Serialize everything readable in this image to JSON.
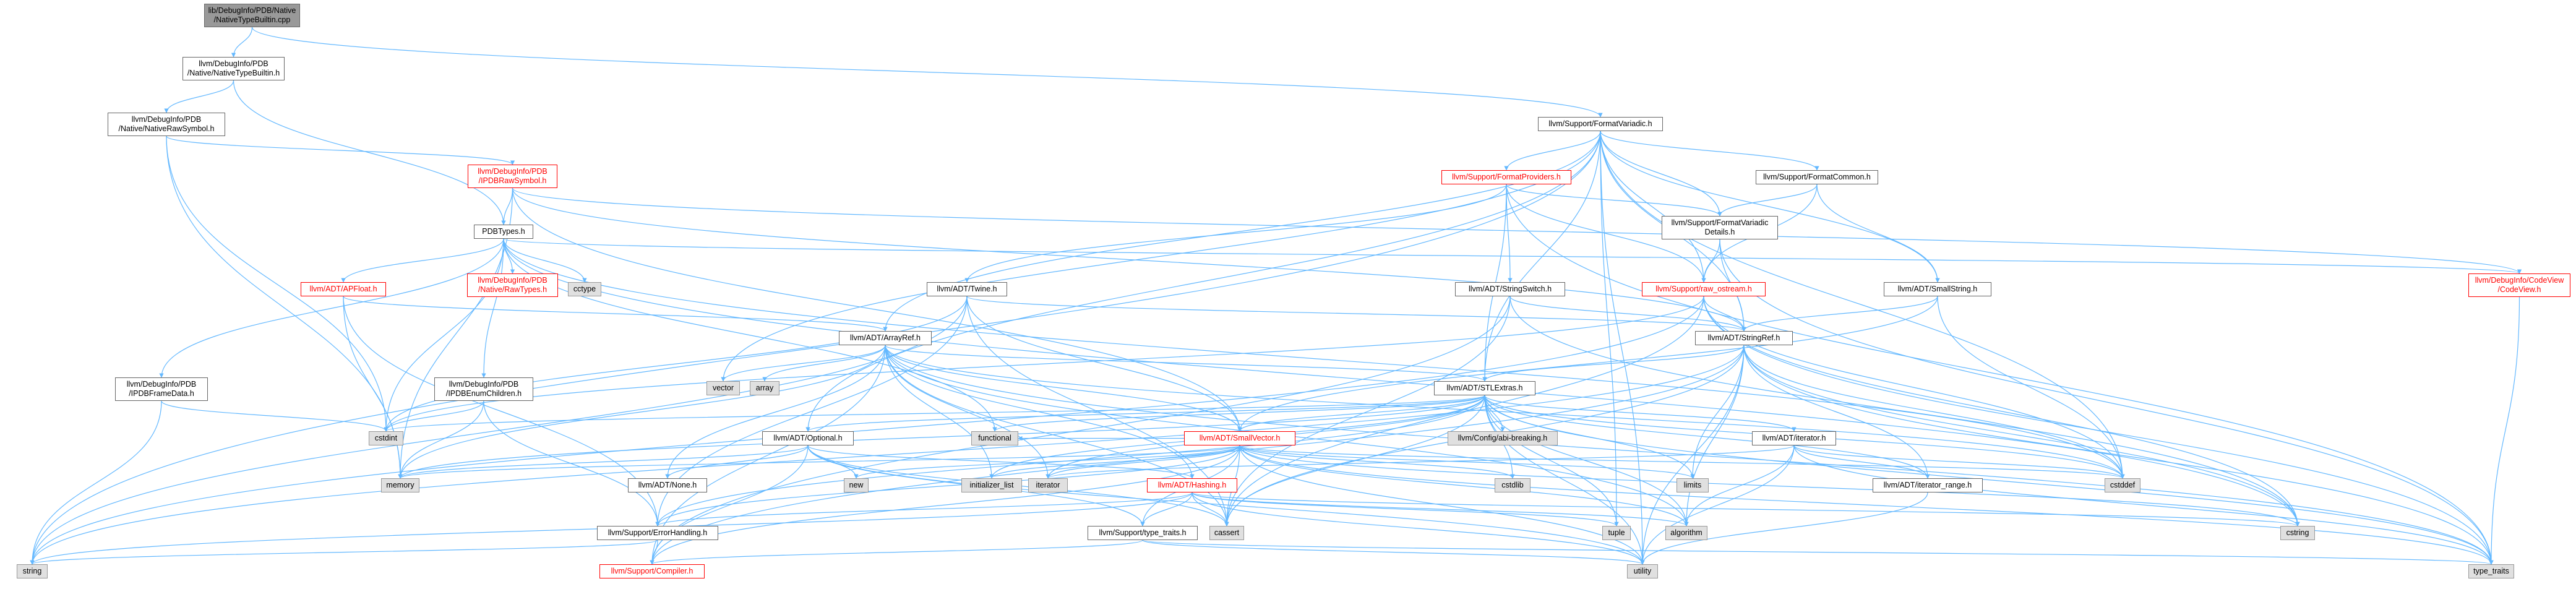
{
  "colors": {
    "edge": "#63b8ff",
    "node_border": "#666666",
    "system_fill": "#e0e0e0",
    "incomplete": "#ff0000",
    "root_fill": "#999999"
  },
  "nodes": [
    {
      "id": "root",
      "label": "lib/DebugInfo/PDB/Native\n/NativeTypeBuiltin.cpp",
      "kind": "start"
    },
    {
      "id": "nativetypebuiltin",
      "label": "llvm/DebugInfo/PDB\n/Native/NativeTypeBuiltin.h",
      "kind": "normal"
    },
    {
      "id": "nativerawsymbol",
      "label": "llvm/DebugInfo/PDB\n/Native/NativeRawSymbol.h",
      "kind": "normal"
    },
    {
      "id": "formatvariadic",
      "label": "llvm/Support/FormatVariadic.h",
      "kind": "normal"
    },
    {
      "id": "ipdbrawsymbol",
      "label": "llvm/DebugInfo/PDB\n/IPDBRawSymbol.h",
      "kind": "red"
    },
    {
      "id": "formatproviders",
      "label": "llvm/Support/FormatProviders.h",
      "kind": "red"
    },
    {
      "id": "formatcommon",
      "label": "llvm/Support/FormatCommon.h",
      "kind": "normal"
    },
    {
      "id": "formatvariadicdetails",
      "label": "llvm/Support/FormatVariadic\nDetails.h",
      "kind": "normal"
    },
    {
      "id": "pdbtypes",
      "label": "PDBTypes.h",
      "kind": "normal"
    },
    {
      "id": "codeview",
      "label": "llvm/DebugInfo/CodeView\n/CodeView.h",
      "kind": "red"
    },
    {
      "id": "apfloat",
      "label": "llvm/ADT/APFloat.h",
      "kind": "red"
    },
    {
      "id": "nativerawtypes",
      "label": "llvm/DebugInfo/PDB\n/Native/RawTypes.h",
      "kind": "red"
    },
    {
      "id": "cctype",
      "label": "cctype",
      "kind": "sys"
    },
    {
      "id": "twine",
      "label": "llvm/ADT/Twine.h",
      "kind": "normal"
    },
    {
      "id": "stringswitch",
      "label": "llvm/ADT/StringSwitch.h",
      "kind": "normal"
    },
    {
      "id": "rawostream",
      "label": "llvm/Support/raw_ostream.h",
      "kind": "red"
    },
    {
      "id": "smallstring",
      "label": "llvm/ADT/SmallString.h",
      "kind": "normal"
    },
    {
      "id": "arrayref",
      "label": "llvm/ADT/ArrayRef.h",
      "kind": "normal"
    },
    {
      "id": "stringref",
      "label": "llvm/ADT/StringRef.h",
      "kind": "normal"
    },
    {
      "id": "framedata",
      "label": "llvm/DebugInfo/PDB\n/IPDBFrameData.h",
      "kind": "normal"
    },
    {
      "id": "enumchildren",
      "label": "llvm/DebugInfo/PDB\n/IPDBEnumChildren.h",
      "kind": "normal"
    },
    {
      "id": "vector",
      "label": "vector",
      "kind": "sys"
    },
    {
      "id": "array",
      "label": "array",
      "kind": "sys"
    },
    {
      "id": "stlextras",
      "label": "llvm/ADT/STLExtras.h",
      "kind": "normal"
    },
    {
      "id": "cstdint",
      "label": "cstdint",
      "kind": "sys"
    },
    {
      "id": "functional",
      "label": "functional",
      "kind": "sys"
    },
    {
      "id": "optional",
      "label": "llvm/ADT/Optional.h",
      "kind": "normal"
    },
    {
      "id": "smallvector",
      "label": "llvm/ADT/SmallVector.h",
      "kind": "red"
    },
    {
      "id": "databreaking",
      "label": "llvm/Config/abi-breaking.h",
      "kind": "sys"
    },
    {
      "id": "adtiterator",
      "label": "llvm/ADT/iterator.h",
      "kind": "normal"
    },
    {
      "id": "memory",
      "label": "memory",
      "kind": "sys"
    },
    {
      "id": "new",
      "label": "new",
      "kind": "sys"
    },
    {
      "id": "initializer_list",
      "label": "initializer_list",
      "kind": "sys"
    },
    {
      "id": "iterator",
      "label": "iterator",
      "kind": "sys"
    },
    {
      "id": "cstdlib",
      "label": "cstdlib",
      "kind": "sys"
    },
    {
      "id": "limits",
      "label": "limits",
      "kind": "sys"
    },
    {
      "id": "cstddef",
      "label": "cstddef",
      "kind": "sys"
    },
    {
      "id": "none",
      "label": "llvm/ADT/None.h",
      "kind": "normal"
    },
    {
      "id": "hashing",
      "label": "llvm/ADT/Hashing.h",
      "kind": "red"
    },
    {
      "id": "iteratorrange",
      "label": "llvm/ADT/iterator_range.h",
      "kind": "normal"
    },
    {
      "id": "errorhandling",
      "label": "llvm/Support/ErrorHandling.h",
      "kind": "normal"
    },
    {
      "id": "typetraits_llvm",
      "label": "llvm/Support/type_traits.h",
      "kind": "normal"
    },
    {
      "id": "cassert",
      "label": "cassert",
      "kind": "sys"
    },
    {
      "id": "tuple",
      "label": "tuple",
      "kind": "sys"
    },
    {
      "id": "algorithm",
      "label": "algorithm",
      "kind": "sys"
    },
    {
      "id": "cstring",
      "label": "cstring",
      "kind": "sys"
    },
    {
      "id": "string",
      "label": "string",
      "kind": "sys"
    },
    {
      "id": "compiler",
      "label": "llvm/Support/Compiler.h",
      "kind": "red"
    },
    {
      "id": "utility",
      "label": "utility",
      "kind": "sys"
    },
    {
      "id": "type_traits",
      "label": "type_traits",
      "kind": "sys"
    }
  ],
  "edges": [
    [
      "root",
      "nativetypebuiltin"
    ],
    [
      "root",
      "formatvariadic"
    ],
    [
      "nativetypebuiltin",
      "nativerawsymbol"
    ],
    [
      "nativetypebuiltin",
      "pdbtypes"
    ],
    [
      "nativerawsymbol",
      "ipdbrawsymbol"
    ],
    [
      "nativerawsymbol",
      "cstdint"
    ],
    [
      "nativerawsymbol",
      "memory"
    ],
    [
      "ipdbrawsymbol",
      "pdbtypes"
    ],
    [
      "ipdbrawsymbol",
      "smallvector"
    ],
    [
      "ipdbrawsymbol",
      "stringref"
    ],
    [
      "ipdbrawsymbol",
      "codeview"
    ],
    [
      "ipdbrawsymbol",
      "memory"
    ],
    [
      "pdbtypes",
      "apfloat"
    ],
    [
      "pdbtypes",
      "nativerawtypes"
    ],
    [
      "pdbtypes",
      "cctype"
    ],
    [
      "pdbtypes",
      "framedata"
    ],
    [
      "pdbtypes",
      "enumchildren"
    ],
    [
      "pdbtypes",
      "codeview"
    ],
    [
      "pdbtypes",
      "cstddef"
    ],
    [
      "pdbtypes",
      "cstdint"
    ],
    [
      "pdbtypes",
      "cstring"
    ],
    [
      "pdbtypes",
      "functional"
    ],
    [
      "apfloat",
      "arrayref"
    ],
    [
      "apfloat",
      "errorhandling"
    ],
    [
      "apfloat",
      "memory"
    ],
    [
      "framedata",
      "cstdint"
    ],
    [
      "framedata",
      "string"
    ],
    [
      "enumchildren",
      "cstdint"
    ],
    [
      "enumchildren",
      "memory"
    ],
    [
      "enumchildren",
      "errorhandling"
    ],
    [
      "formatvariadic",
      "formatproviders"
    ],
    [
      "formatvariadic",
      "formatcommon"
    ],
    [
      "formatvariadic",
      "formatvariadicdetails"
    ],
    [
      "formatvariadic",
      "arrayref"
    ],
    [
      "formatvariadic",
      "optional"
    ],
    [
      "formatvariadic",
      "stlextras"
    ],
    [
      "formatvariadic",
      "smallstring"
    ],
    [
      "formatvariadic",
      "stringref"
    ],
    [
      "formatvariadic",
      "rawostream"
    ],
    [
      "formatvariadic",
      "vector"
    ],
    [
      "formatvariadic",
      "cstddef"
    ],
    [
      "formatvariadic",
      "string"
    ],
    [
      "formatvariadic",
      "tuple"
    ],
    [
      "formatvariadic",
      "utility"
    ],
    [
      "formatproviders",
      "formatvariadicdetails"
    ],
    [
      "formatproviders",
      "stlextras"
    ],
    [
      "formatproviders",
      "stringswitch"
    ],
    [
      "formatproviders",
      "twine"
    ],
    [
      "formatproviders",
      "rawostream"
    ],
    [
      "formatproviders",
      "type_traits"
    ],
    [
      "formatcommon",
      "formatvariadicdetails"
    ],
    [
      "formatcommon",
      "smallstring"
    ],
    [
      "formatcommon",
      "rawostream"
    ],
    [
      "formatvariadicdetails",
      "stringref"
    ],
    [
      "formatvariadicdetails",
      "rawostream"
    ],
    [
      "formatvariadicdetails",
      "type_traits"
    ],
    [
      "twine",
      "smallvector"
    ],
    [
      "twine",
      "stringref"
    ],
    [
      "twine",
      "errorhandling"
    ],
    [
      "twine",
      "cassert"
    ],
    [
      "twine",
      "cstdint"
    ],
    [
      "twine",
      "string"
    ],
    [
      "stringswitch",
      "stringref"
    ],
    [
      "stringswitch",
      "compiler"
    ],
    [
      "stringswitch",
      "cassert"
    ],
    [
      "stringswitch",
      "cstring"
    ],
    [
      "rawostream",
      "stringref"
    ],
    [
      "rawostream",
      "cassert"
    ],
    [
      "rawostream",
      "cstddef"
    ],
    [
      "rawostream",
      "cstdint"
    ],
    [
      "rawostream",
      "cstring"
    ],
    [
      "rawostream",
      "string"
    ],
    [
      "rawostream",
      "type_traits"
    ],
    [
      "smallstring",
      "smallvector"
    ],
    [
      "smallstring",
      "stringref"
    ],
    [
      "smallstring",
      "cstddef"
    ],
    [
      "arrayref",
      "hashing"
    ],
    [
      "arrayref",
      "none"
    ],
    [
      "arrayref",
      "smallvector"
    ],
    [
      "arrayref",
      "stlextras"
    ],
    [
      "arrayref",
      "compiler"
    ],
    [
      "arrayref",
      "algorithm"
    ],
    [
      "arrayref",
      "array"
    ],
    [
      "arrayref",
      "cassert"
    ],
    [
      "arrayref",
      "cstddef"
    ],
    [
      "arrayref",
      "initializer_list"
    ],
    [
      "arrayref",
      "iterator"
    ],
    [
      "arrayref",
      "memory"
    ],
    [
      "arrayref",
      "type_traits"
    ],
    [
      "arrayref",
      "vector"
    ],
    [
      "stringref",
      "stlextras"
    ],
    [
      "stringref",
      "iteratorrange"
    ],
    [
      "stringref",
      "compiler"
    ],
    [
      "stringref",
      "algorithm"
    ],
    [
      "stringref",
      "cassert"
    ],
    [
      "stringref",
      "cstddef"
    ],
    [
      "stringref",
      "cstring"
    ],
    [
      "stringref",
      "limits"
    ],
    [
      "stringref",
      "string"
    ],
    [
      "stringref",
      "type_traits"
    ],
    [
      "stringref",
      "utility"
    ],
    [
      "stlextras",
      "optional"
    ],
    [
      "stlextras",
      "databreaking"
    ],
    [
      "stlextras",
      "adtiterator"
    ],
    [
      "stlextras",
      "iteratorrange"
    ],
    [
      "stlextras",
      "smallvector"
    ],
    [
      "stlextras",
      "errorhandling"
    ],
    [
      "stlextras",
      "algorithm"
    ],
    [
      "stlextras",
      "cassert"
    ],
    [
      "stlextras",
      "cstddef"
    ],
    [
      "stlextras",
      "cstdint"
    ],
    [
      "stlextras",
      "cstdlib"
    ],
    [
      "stlextras",
      "functional"
    ],
    [
      "stlextras",
      "initializer_list"
    ],
    [
      "stlextras",
      "iterator"
    ],
    [
      "stlextras",
      "limits"
    ],
    [
      "stlextras",
      "memory"
    ],
    [
      "stlextras",
      "tuple"
    ],
    [
      "stlextras",
      "type_traits"
    ],
    [
      "stlextras",
      "utility"
    ],
    [
      "optional",
      "hashing"
    ],
    [
      "optional",
      "none"
    ],
    [
      "optional",
      "compiler"
    ],
    [
      "optional",
      "typetraits_llvm"
    ],
    [
      "optional",
      "cassert"
    ],
    [
      "optional",
      "memory"
    ],
    [
      "optional",
      "new"
    ],
    [
      "optional",
      "utility"
    ],
    [
      "smallvector",
      "compiler"
    ],
    [
      "smallvector",
      "typetraits_llvm"
    ],
    [
      "smallvector",
      "algorithm"
    ],
    [
      "smallvector",
      "cassert"
    ],
    [
      "smallvector",
      "cstddef"
    ],
    [
      "smallvector",
      "cstdlib"
    ],
    [
      "smallvector",
      "cstring"
    ],
    [
      "smallvector",
      "functional"
    ],
    [
      "smallvector",
      "initializer_list"
    ],
    [
      "smallvector",
      "iterator"
    ],
    [
      "smallvector",
      "limits"
    ],
    [
      "smallvector",
      "memory"
    ],
    [
      "smallvector",
      "new"
    ],
    [
      "smallvector",
      "type_traits"
    ],
    [
      "smallvector",
      "utility"
    ],
    [
      "smallvector",
      "errorhandling"
    ],
    [
      "adtiterator",
      "iteratorrange"
    ],
    [
      "adtiterator",
      "algorithm"
    ],
    [
      "adtiterator",
      "cstddef"
    ],
    [
      "adtiterator",
      "iterator"
    ],
    [
      "adtiterator",
      "type_traits"
    ],
    [
      "adtiterator",
      "utility"
    ],
    [
      "iteratorrange",
      "utility"
    ],
    [
      "hashing",
      "errorhandling"
    ],
    [
      "hashing",
      "typetraits_llvm"
    ],
    [
      "hashing",
      "algorithm"
    ],
    [
      "hashing",
      "cassert"
    ],
    [
      "hashing",
      "cstring"
    ],
    [
      "hashing",
      "string"
    ],
    [
      "hashing",
      "tuple"
    ],
    [
      "hashing",
      "utility"
    ],
    [
      "errorhandling",
      "compiler"
    ],
    [
      "errorhandling",
      "string"
    ],
    [
      "typetraits_llvm",
      "compiler"
    ],
    [
      "typetraits_llvm",
      "type_traits"
    ],
    [
      "typetraits_llvm",
      "utility"
    ],
    [
      "codeview",
      "type_traits"
    ]
  ]
}
